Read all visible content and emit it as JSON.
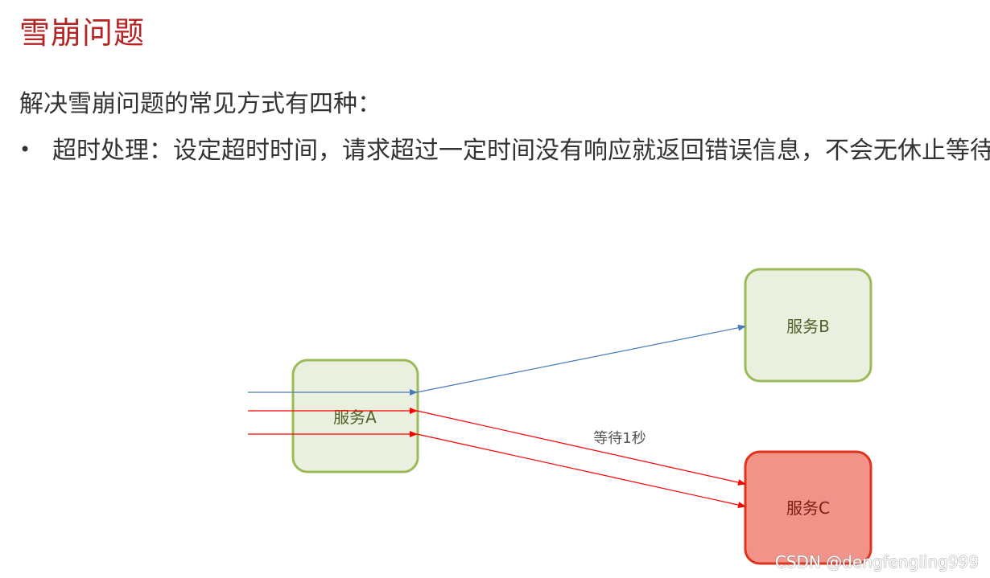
{
  "slide": {
    "title": "雪崩问题",
    "intro": "解决雪崩问题的常见方式有四种：",
    "bullet": {
      "marker": "•",
      "text": "超时处理：设定超时时间，请求超过一定时间没有响应就返回错误信息，不会无休止等待"
    }
  },
  "diagram": {
    "service_a": "服务A",
    "service_b": "服务B",
    "service_c": "服务C",
    "wait_label": "等待1秒"
  },
  "colors": {
    "title": "#b52323",
    "healthy_fill": "#ebefdf",
    "healthy_stroke": "#9bbb59",
    "healthy_text": "#4f6228",
    "failed_fill": "#f2938a",
    "failed_stroke": "#e0331c",
    "failed_text": "#7a1d12",
    "ok_arrow": "#4a7ab8",
    "fail_arrow": "#ff0000"
  },
  "watermark": "CSDN @dengfengling999"
}
